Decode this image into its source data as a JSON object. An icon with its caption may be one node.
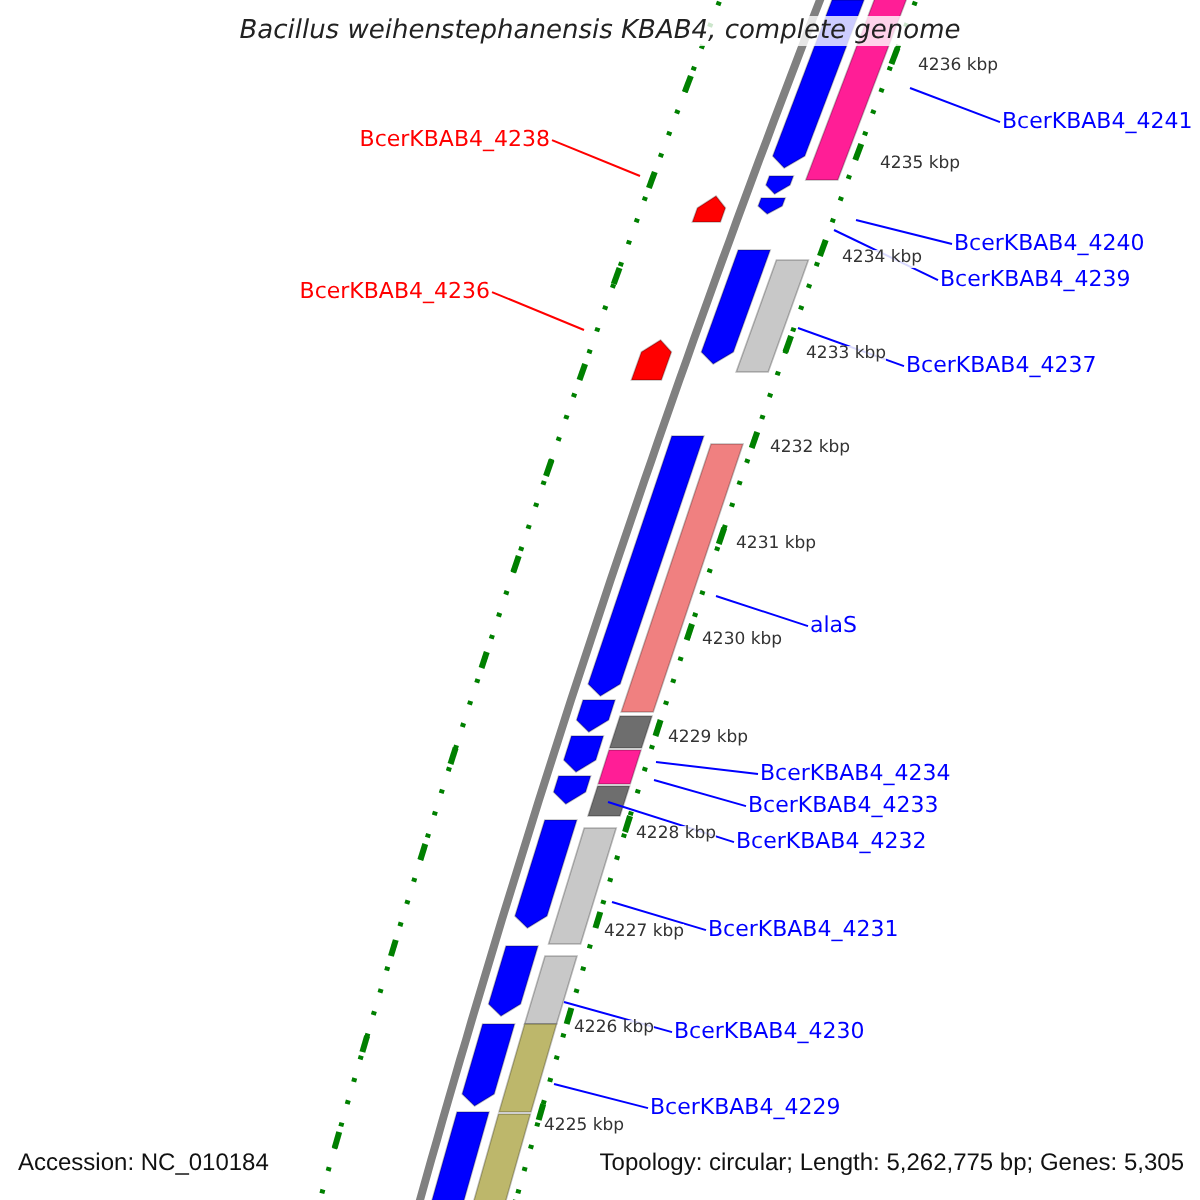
{
  "diagram": {
    "title": "Bacillus weihenstephanensis KBAB4, complete genome",
    "nodes": [
      {
        "text": [
          "BcerKBAB4_4241"
        ]
      },
      {
        "text": [
          "BcerKBAB4_4238"
        ]
      },
      {
        "text": [
          "BcerKBAB4_4240"
        ]
      },
      {
        "text": [
          "BcerKBAB4_4239"
        ]
      },
      {
        "text": [
          "BcerKBAB4_4236"
        ]
      },
      {
        "text": [
          "BcerKBAB4_4237"
        ]
      },
      {
        "text": [
          "alaS"
        ]
      },
      {
        "text": [
          "BcerKBAB4_4234"
        ]
      },
      {
        "text": [
          "BcerKBAB4_4233"
        ]
      },
      {
        "text": [
          "BcerKBAB4_4232"
        ]
      },
      {
        "text": [
          "BcerKBAB4_4231"
        ]
      },
      {
        "text": [
          "BcerKBAB4_4230"
        ]
      },
      {
        "text": [
          "BcerKBAB4_4229"
        ]
      }
    ],
    "edges": [
      {
        "from": 0,
        "to": null,
        "arrow": "none"
      },
      {
        "from": 1,
        "to": null,
        "arrow": "none",
        "color": "#ff0000"
      },
      {
        "from": 2,
        "to": null,
        "arrow": "none"
      },
      {
        "from": 3,
        "to": null,
        "arrow": "none"
      },
      {
        "from": 4,
        "to": null,
        "arrow": "none",
        "color": "#ff0000"
      },
      {
        "from": 5,
        "to": null,
        "arrow": "none"
      },
      {
        "from": 6,
        "to": null,
        "arrow": "none"
      },
      {
        "from": 7,
        "to": null,
        "arrow": "none"
      },
      {
        "from": 8,
        "to": null,
        "arrow": "none"
      },
      {
        "from": 9,
        "to": null,
        "arrow": "none"
      },
      {
        "from": 10,
        "to": null,
        "arrow": "none"
      },
      {
        "from": 11,
        "to": null,
        "arrow": "none"
      },
      {
        "from": 12,
        "to": null,
        "arrow": "none"
      }
    ],
    "labels": [
      "4236 kbp",
      "4235 kbp",
      "4234 kbp",
      "4233 kbp",
      "4232 kbp",
      "4231 kbp",
      "4230 kbp",
      "4229 kbp",
      "4228 kbp",
      "4227 kbp",
      "4226 kbp",
      "4225 kbp",
      "Accession: NC_010184",
      "Topology: circular; Length: 5,262,775 bp; Genes: 5,305"
    ]
  }
}
